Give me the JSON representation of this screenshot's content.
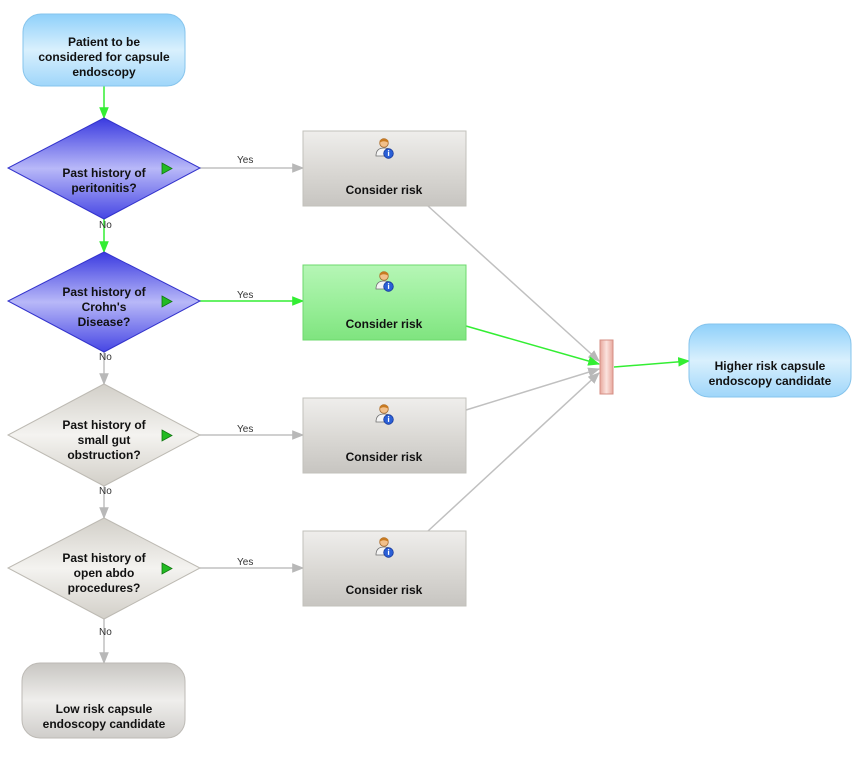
{
  "colors": {
    "active_edge": "#33ee33",
    "inactive_edge": "#c0c0c0",
    "terminal_start": "#bfe3fb",
    "decision_active": "#5a5ae6",
    "decision_inactive": "#dedbd4",
    "action_inactive": "#d8d6d2",
    "action_active": "#99f099",
    "join_bar": "#f3c9c2"
  },
  "nodes": {
    "start": {
      "lines": [
        "Patient to be",
        "considered for capsule",
        "endoscopy"
      ]
    },
    "decision_peritonitis": {
      "lines": [
        "Past history of",
        "peritonitis?"
      ],
      "icon": "play-triangle-icon"
    },
    "decision_crohns": {
      "lines": [
        "Past history of",
        "Crohn's",
        "Disease?"
      ],
      "icon": "play-triangle-icon"
    },
    "decision_gut": {
      "lines": [
        "Past history of",
        "small gut",
        "obstruction?"
      ],
      "icon": "play-triangle-icon"
    },
    "decision_abdo": {
      "lines": [
        "Past history of",
        "open abdo",
        "procedures?"
      ],
      "icon": "play-triangle-icon"
    },
    "action_1": {
      "label": "Consider risk",
      "icon": "clinician-icon"
    },
    "action_2": {
      "label": "Consider risk",
      "icon": "clinician-icon"
    },
    "action_3": {
      "label": "Consider risk",
      "icon": "clinician-icon"
    },
    "action_4": {
      "label": "Consider risk",
      "icon": "clinician-icon"
    },
    "high_risk": {
      "lines": [
        "Higher risk capsule",
        "endoscopy candidate"
      ]
    },
    "low_risk": {
      "lines": [
        "Low risk capsule",
        "endoscopy candidate"
      ]
    }
  },
  "edges": {
    "yes_label": "Yes",
    "no_label": "No"
  }
}
